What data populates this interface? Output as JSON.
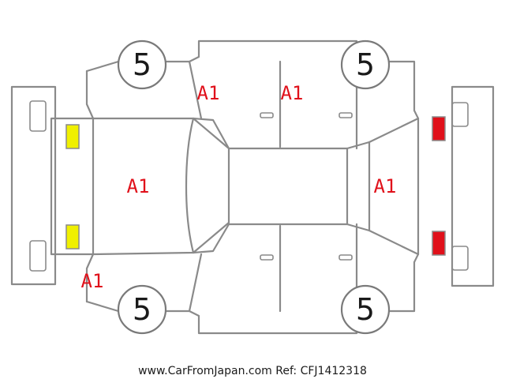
{
  "damage_codes": {
    "front_door_left": "A1",
    "rear_door_left": "A1",
    "hood": "A1",
    "tailgate": "A1",
    "front_bumper_left": "A1"
  },
  "tyres": {
    "front_left": "5",
    "rear_left": "5",
    "front_right": "5",
    "rear_right": "5"
  },
  "colors": {
    "front_lamp": "#f0f000",
    "rear_lamp": "#e0101a",
    "outline": "#8a8a8a",
    "code_text": "#e0101a"
  },
  "footer": {
    "watermark": "www.CarFromJapan.com Ref: CFJ1412318"
  }
}
